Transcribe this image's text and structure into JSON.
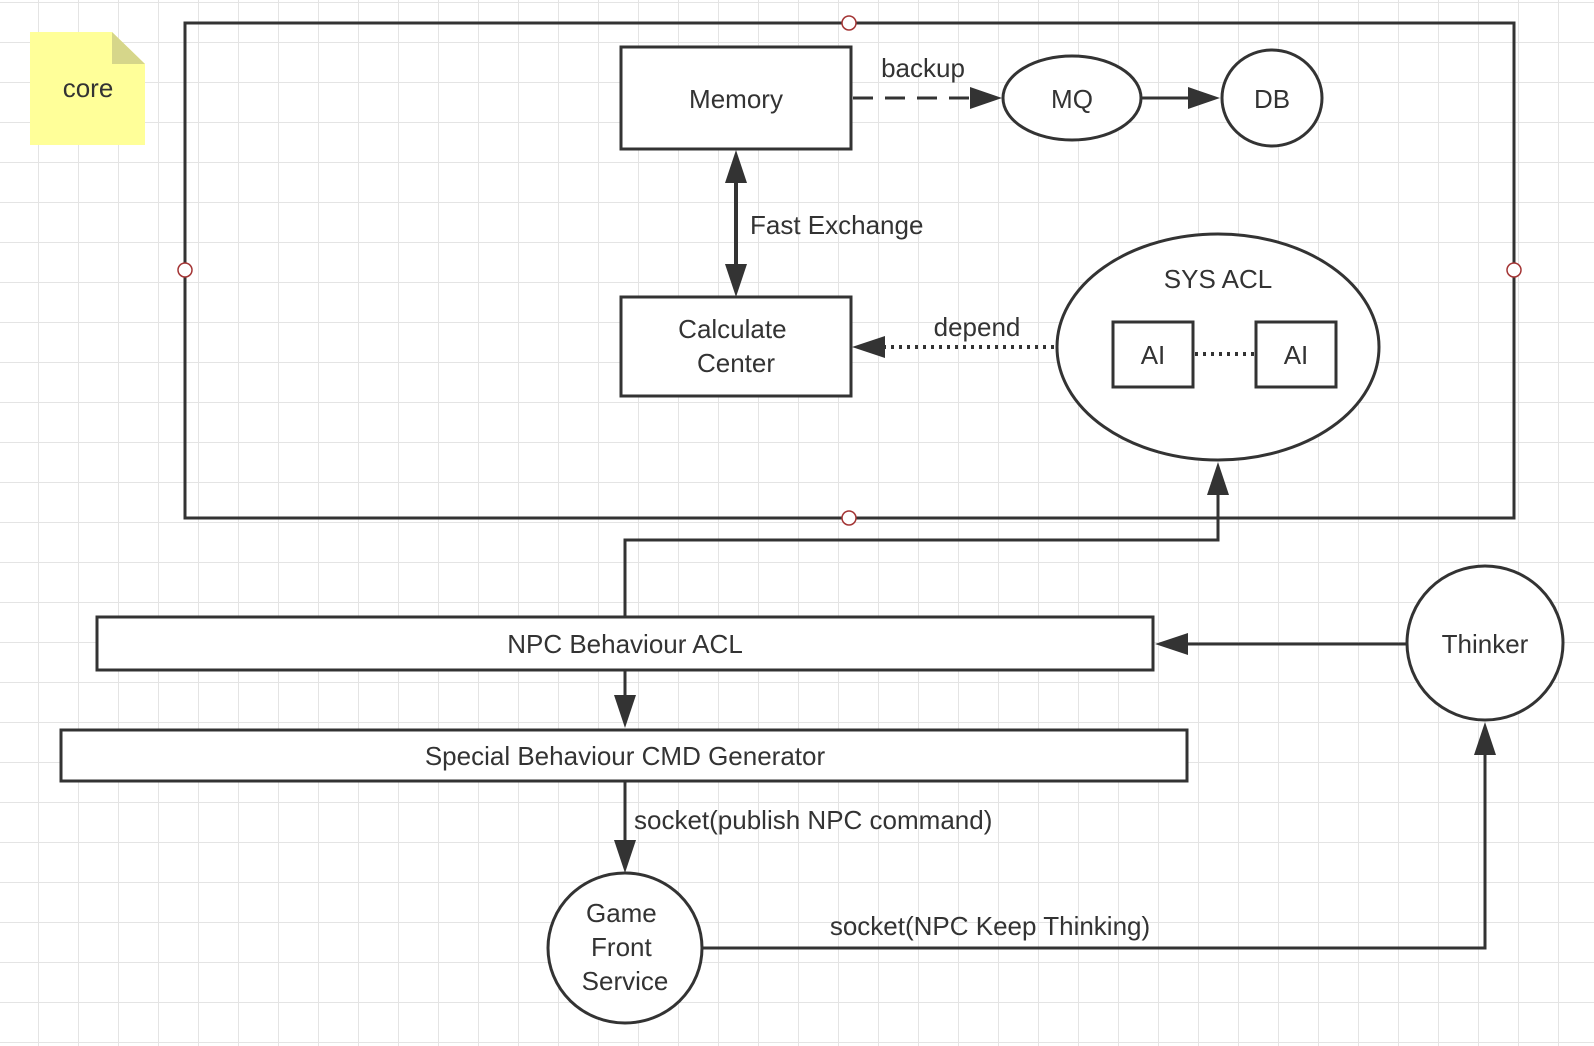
{
  "note": {
    "label": "core"
  },
  "nodes": {
    "memory": "Memory",
    "mq": "MQ",
    "db": "DB",
    "calculate_center": [
      "Calculate",
      "Center"
    ],
    "sys_acl": "SYS ACL",
    "ai_left": "AI",
    "ai_right": "AI",
    "npc_behaviour_acl": "NPC Behaviour ACL",
    "special_behaviour_cmd_generator": "Special Behaviour CMD Generator",
    "game_front_service": [
      "Game",
      "Front",
      "Service"
    ],
    "thinker": "Thinker"
  },
  "edges": {
    "backup": "backup",
    "fast_exchange": "Fast Exchange",
    "depend": "depend",
    "socket_publish": "socket(publish NPC command)",
    "socket_thinking": "socket(NPC Keep Thinking)"
  },
  "colors": {
    "stroke": "#333333",
    "note_fill": "#ffff99",
    "note_fold": "#d6d68a",
    "handle": "#a33333",
    "grid": "#e4e4e4"
  }
}
